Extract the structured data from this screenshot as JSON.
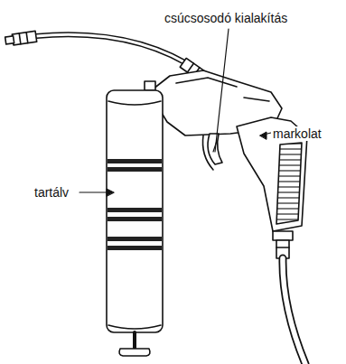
{
  "diagram": {
    "labels": [
      "csúcsosodó kialakítás",
      "markolat",
      "tartálv"
    ]
  }
}
